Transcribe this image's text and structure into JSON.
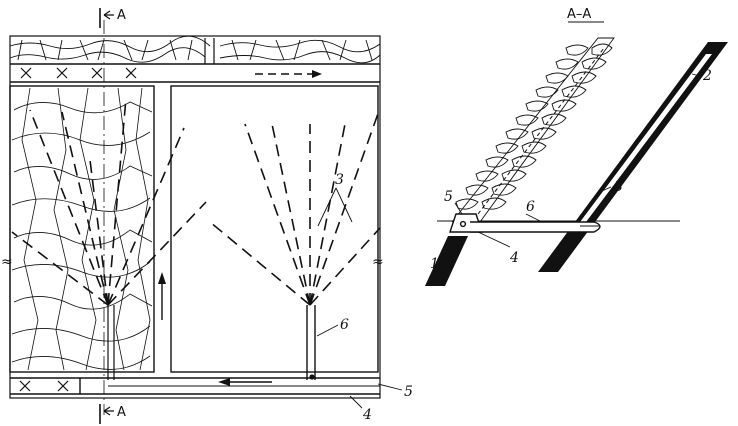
{
  "section_marker": {
    "top": "A",
    "bottom": "A",
    "title": "A–A"
  },
  "labels": {
    "n1": "1",
    "n2": "2",
    "n3_left": "3",
    "n3_right": "3",
    "n4_left": "4",
    "n4_right": "4",
    "n5_left": "5",
    "n5_right": "5",
    "n6_left": "6",
    "n6_right": "6"
  },
  "break_symbol": "≈",
  "colors": {
    "ink": "#111111",
    "paper": "#ffffff"
  }
}
